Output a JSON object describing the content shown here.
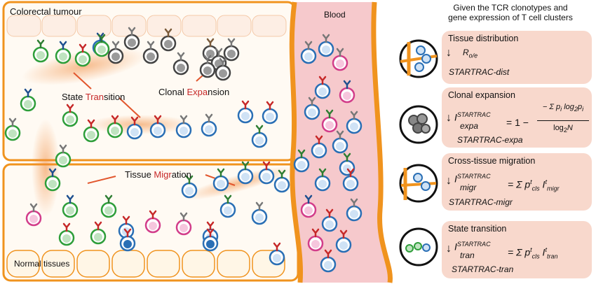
{
  "labels": {
    "tumour": "Colorectal tumour",
    "normal": "Normal tissues",
    "blood": "Blood",
    "state_transition": {
      "prefix": "State ",
      "highlight": "Tran",
      "suffix": "sition"
    },
    "clonal_expansion": {
      "prefix": "Clonal ",
      "highlight": "Expa",
      "suffix": "nsion"
    },
    "tissue_migration": {
      "prefix": "Tissue ",
      "highlight": "Migr",
      "suffix": "ation"
    }
  },
  "header": {
    "line1": "Given the TCR clonotypes and",
    "line2": "gene expression of T cell clusters"
  },
  "panels": {
    "dist": {
      "title": "Tissue distribution",
      "formula": "R",
      "formula_sub": "o/e",
      "name": "STARTRAC-dist"
    },
    "expa": {
      "title": "Clonal expansion",
      "index": "I",
      "index_sup": "STARTRAC",
      "index_sub": "expa",
      "rhs": "= 1 −",
      "numerator": "− Σ p",
      "numerator_tail": "log",
      "denominator": "log",
      "name": "STARTRAC-expa"
    },
    "migr": {
      "title": "Cross-tissue migration",
      "index": "I",
      "index_sup": "STARTRAC",
      "index_sub": "migr",
      "name": "STARTRAC-migr"
    },
    "tran": {
      "title": "State transition",
      "index": "I",
      "index_sup": "STARTRAC",
      "index_sub": "tran",
      "name": "STARTRAC-tran"
    }
  },
  "colors": {
    "orange": "#f0931e",
    "blood_fill": "#f6c9cc",
    "panel_bg": "#f8d8cc",
    "green": "#2e9e3a",
    "blue": "#2a6fb5",
    "pink": "#d23d8a",
    "grey": "#555555"
  }
}
